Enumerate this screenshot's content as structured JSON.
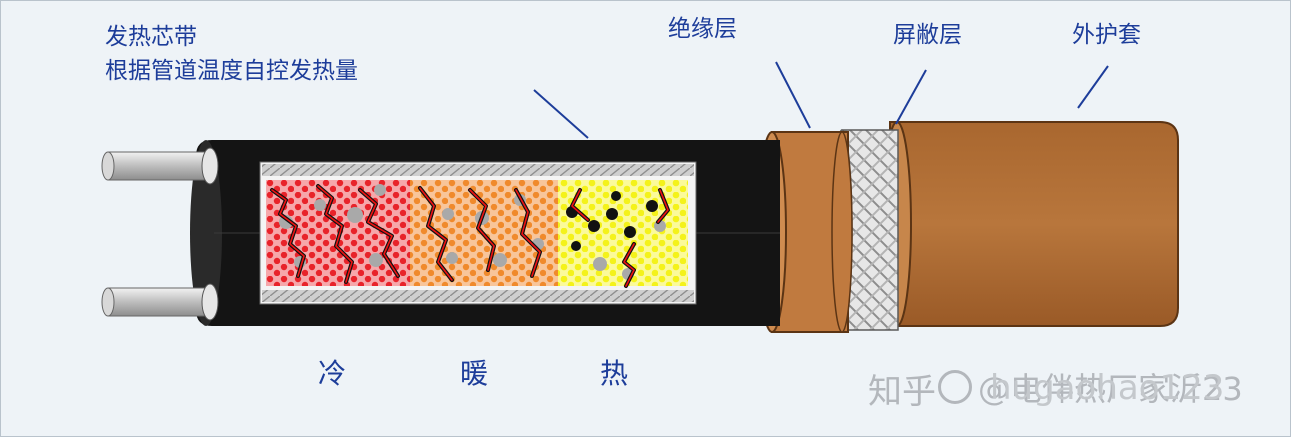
{
  "labels": {
    "core_title": "发热芯带",
    "core_desc": "根据管道温度自控发热量",
    "insulation": "绝缘层",
    "shield": "屏敝层",
    "jacket": "外护套"
  },
  "zones": {
    "cold": "冷",
    "warm": "暖",
    "hot": "热"
  },
  "watermark": {
    "platform": "知乎",
    "handle": "@电伴热厂家沂23",
    "overlay": "hugaohao123"
  },
  "colors": {
    "label_blue": "#1d3d9a",
    "cold_red": "#e8232a",
    "warm_orange": "#f08a2c",
    "hot_yellow": "#f4f21a",
    "jacket_brown": "#b06e35",
    "cable_black": "#141414"
  },
  "icons": {
    "watermark_logo": "zhihu-logo-icon"
  }
}
